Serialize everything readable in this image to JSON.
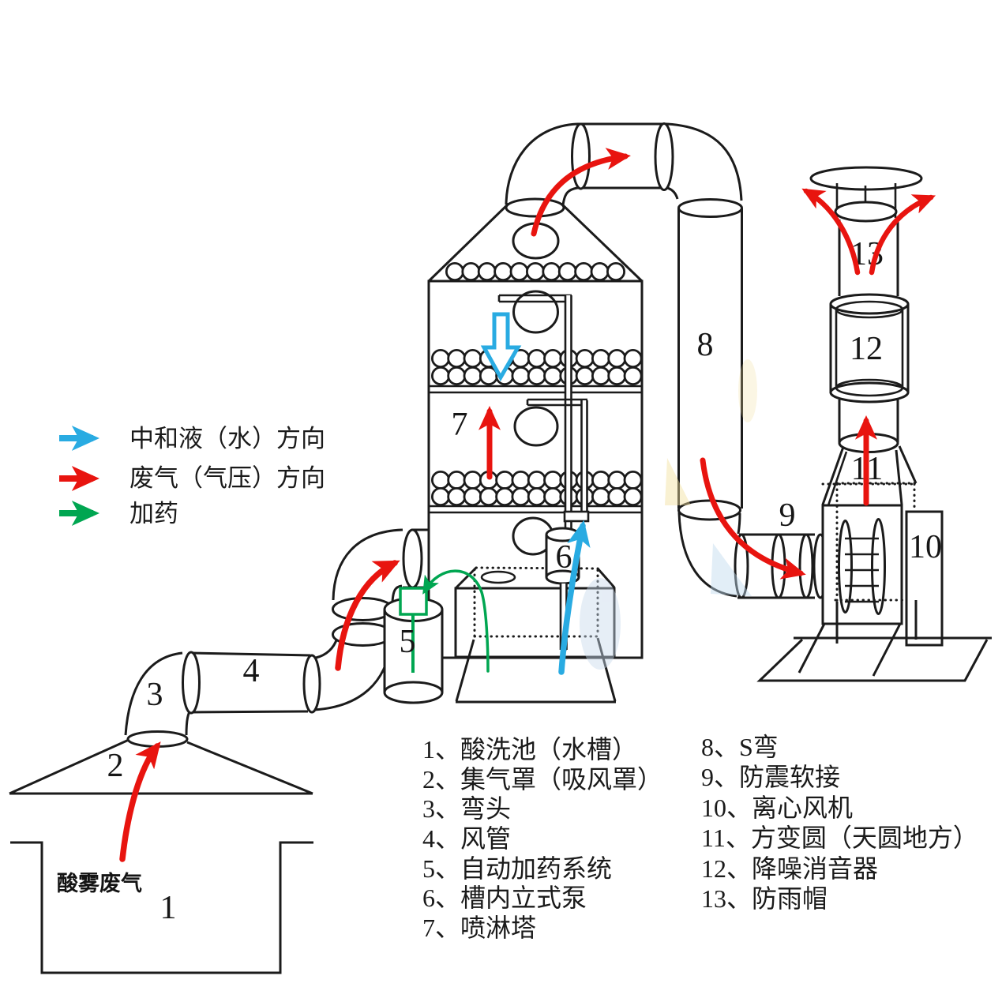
{
  "legend": {
    "items": [
      {
        "label": "中和液（水）方向",
        "color": "#29ABE2",
        "icon": "arrow-right-blue"
      },
      {
        "label": "废气（气压）方向",
        "color": "#E8140F",
        "icon": "arrow-right-red"
      },
      {
        "label": "加药",
        "color": "#00A651",
        "icon": "arrow-right-green"
      }
    ]
  },
  "diagram": {
    "source_label": "酸雾废气",
    "numbers": {
      "n1": "1",
      "n2": "2",
      "n3": "3",
      "n4": "4",
      "n5": "5",
      "n6": "6",
      "n7": "7",
      "n8": "8",
      "n9": "9",
      "n10": "10",
      "n11": "11",
      "n12": "12",
      "n13": "13"
    }
  },
  "parts_list": {
    "left": [
      "1、酸洗池（水槽）",
      "2、集气罩（吸风罩）",
      "3、弯头",
      "4、风管",
      "5、自动加药系统",
      "6、槽内立式泵",
      "7、喷淋塔"
    ],
    "right": [
      "8、S弯",
      "9、防震软接",
      "10、离心风机",
      "11、方变圆（天圆地方）",
      "12、降噪消音器",
      "13、防雨帽"
    ]
  },
  "colors": {
    "gas_flow": "#E8140F",
    "water_flow": "#29ABE2",
    "dosing_flow": "#00A651",
    "line": "#1B1B1B"
  }
}
